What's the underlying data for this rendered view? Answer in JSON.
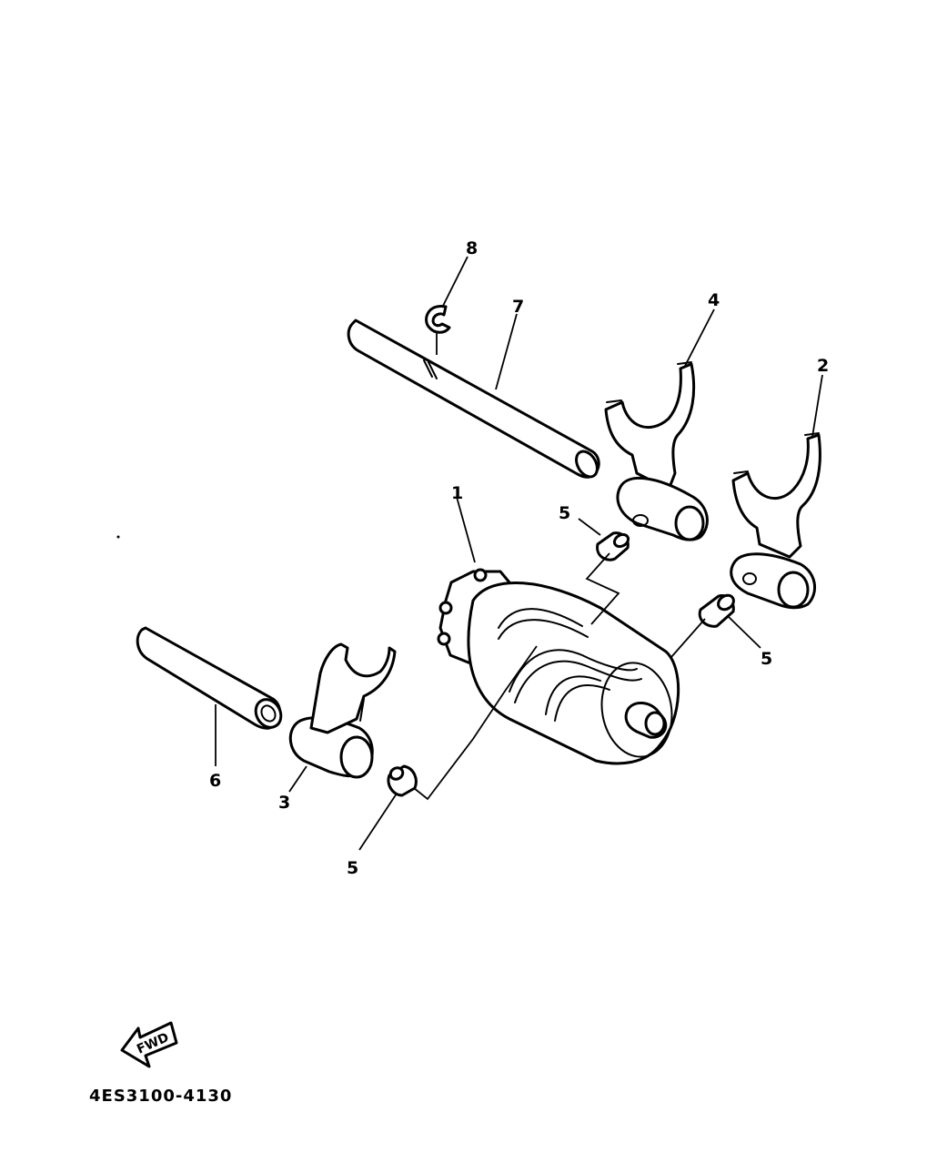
{
  "callouts": {
    "shift_cam": "1",
    "shift_fork_2": "2",
    "shift_fork_3": "3",
    "shift_fork_4": "4",
    "guide_bar_top": "5",
    "guide_bar_right": "5",
    "guide_bar_bottom": "5",
    "shift_fork_shaft_short": "6",
    "shift_fork_shaft_long": "7",
    "circlip": "8"
  },
  "fwd_label": "FWD",
  "diagram_code": "4ES3100-4130"
}
